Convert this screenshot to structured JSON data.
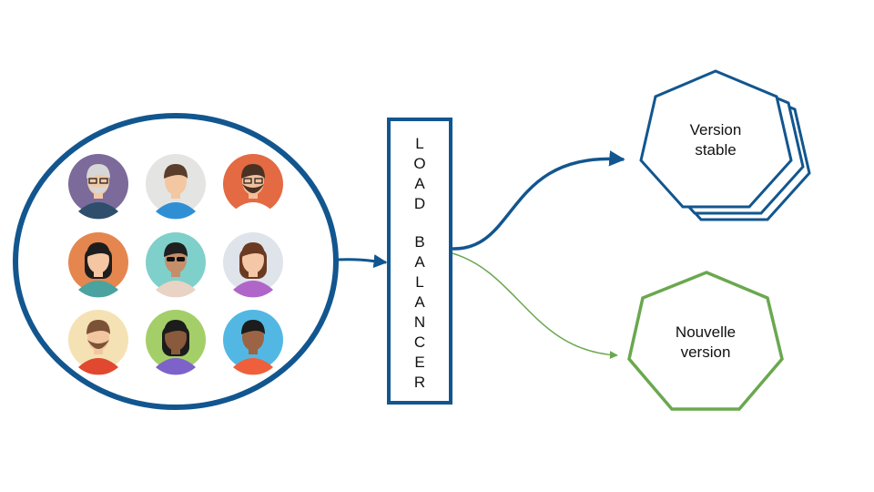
{
  "load_balancer": {
    "lines": [
      "LOAD",
      "BALANCER"
    ]
  },
  "stable": {
    "line1": "Version",
    "line2": "stable"
  },
  "nouvelle": {
    "line1": "Nouvelle",
    "line2": "version"
  },
  "users": [
    {
      "icon": "elderly-man-glasses-avatar-icon",
      "bg": "#7b6a9a"
    },
    {
      "icon": "man-brown-hair-avatar-icon",
      "bg": "#e4e4e2"
    },
    {
      "icon": "bearded-man-glasses-avatar-icon",
      "bg": "#e36a43"
    },
    {
      "icon": "woman-black-bob-avatar-icon",
      "bg": "#e5864f"
    },
    {
      "icon": "curly-hair-sunglasses-avatar-icon",
      "bg": "#7fd0cb"
    },
    {
      "icon": "woman-long-brown-hair-avatar-icon",
      "bg": "#dfe3ea"
    },
    {
      "icon": "bald-bearded-man-avatar-icon",
      "bg": "#f5e2b4"
    },
    {
      "icon": "woman-braids-avatar-icon",
      "bg": "#a4cf68"
    },
    {
      "icon": "dark-skin-man-avatar-icon",
      "bg": "#52b8e3"
    }
  ],
  "colors": {
    "blue": "#12568f",
    "green": "#6aa84f"
  }
}
